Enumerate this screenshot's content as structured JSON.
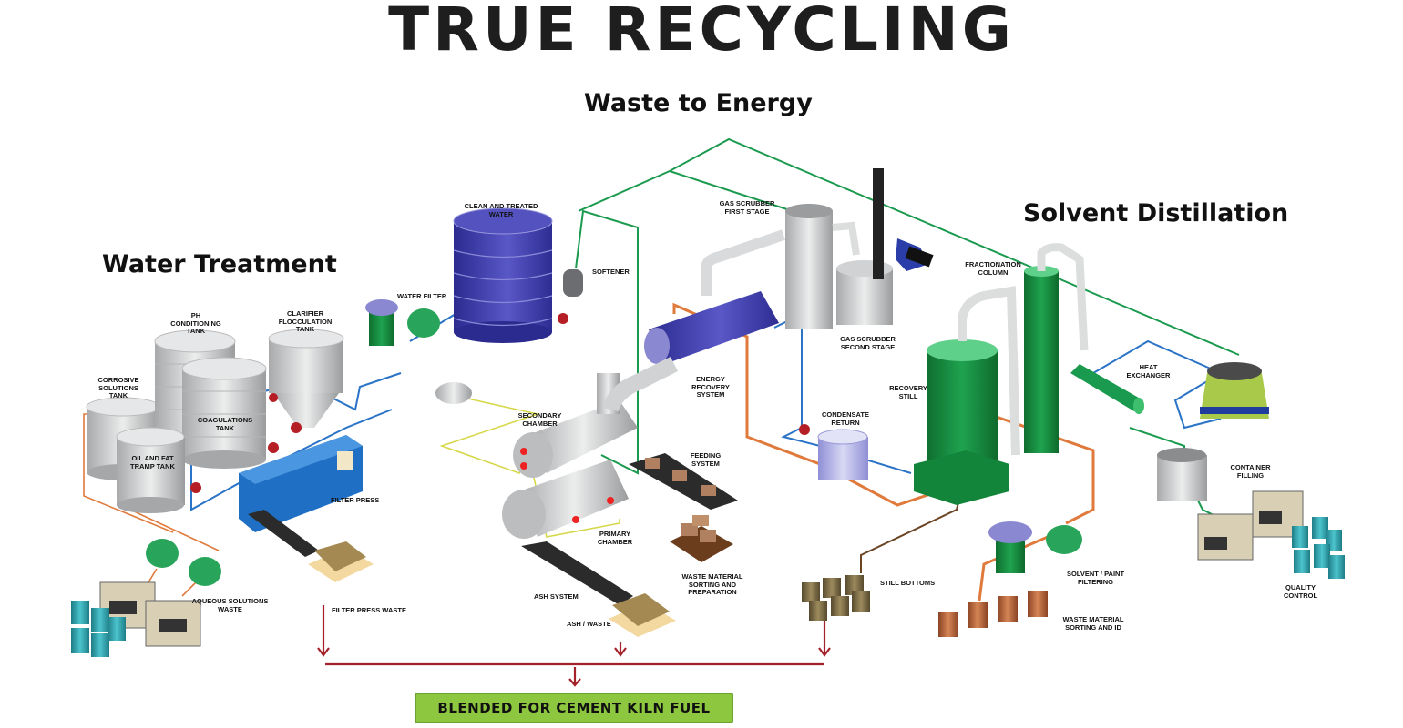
{
  "title": "TRUE RECYCLING",
  "sections": {
    "waste_to_energy": "Waste to Energy",
    "water_treatment": "Water Treatment",
    "solvent_distillation": "Solvent Distillation"
  },
  "labels": {
    "ph_conditioning_tank": "PH\nCONDITIONING\nTANK",
    "clarifier_flocculation_tank": "CLARIFIER\nFLOCCULATION\nTANK",
    "corrosive_solutions_tank": "CORROSIVE\nSOLUTIONS\nTANK",
    "coagulations_tank": "COAGULATIONS\nTANK",
    "oil_and_fat_tramp_tank": "OIL AND FAT\nTRAMP TANK",
    "filter_press": "FILTER PRESS",
    "water_filter": "WATER FILTER",
    "clean_and_treated_water": "CLEAN AND TREATED\nWATER",
    "softener": "SOFTENER",
    "aqueous_solutions_waste": "AQUEOUS SOLUTIONS\nWASTE",
    "filter_press_waste": "FILTER PRESS WASTE",
    "gas_scrubber_first_stage": "GAS SCRUBBER\nFIRST STAGE",
    "gas_scrubber_second_stage": "GAS SCRUBBER\nSECOND STAGE",
    "energy_recovery_system": "ENERGY\nRECOVERY\nSYSTEM",
    "secondary_chamber": "SECONDARY\nCHAMBER",
    "feeding_system": "FEEDING\nSYSTEM",
    "primary_chamber": "PRIMARY\nCHAMBER",
    "waste_material_sorting_and_preparation": "WASTE MATERIAL\nSORTING AND\nPREPARATION",
    "ash_system": "ASH SYSTEM",
    "ash_waste": "ASH / WASTE",
    "fractionation_column": "FRACTIONATION\nCOLUMN",
    "recovery_still": "RECOVERY\nSTILL",
    "condensate_return": "CONDENSATE\nRETURN",
    "heat_exchanger": "HEAT\nEXCHANGER",
    "container_filling": "CONTAINER\nFILLING",
    "quality_control": "QUALITY\nCONTROL",
    "still_bottoms": "STILL BOTTOMS",
    "solvent_paint_filtering": "SOLVENT / PAINT\nFILTERING",
    "waste_material_sorting_and_id": "WASTE MATERIAL\nSORTING AND ID"
  },
  "output": {
    "label": "BLENDED FOR CEMENT KILN FUEL"
  },
  "colors": {
    "steel": "#c9cbcd",
    "tank_blue": "#3d3da8",
    "pump_green": "#1f9d4d",
    "still_green": "#138a3c",
    "filter_press_blue": "#1f6fc4",
    "pipe_green": "#1a9a4e",
    "pipe_blue": "#2a73c7",
    "pipe_orange": "#e07a3c",
    "pipe_yellow": "#d6d84a",
    "pipe_brown": "#6b4423",
    "arrow_red": "#a3222a",
    "fuel_box": "#8dc63f",
    "drum_teal": "#2aa3ad",
    "drum_copper": "#b5643a",
    "drum_olive": "#7a6a45",
    "cone_lime": "#a8c94a"
  }
}
